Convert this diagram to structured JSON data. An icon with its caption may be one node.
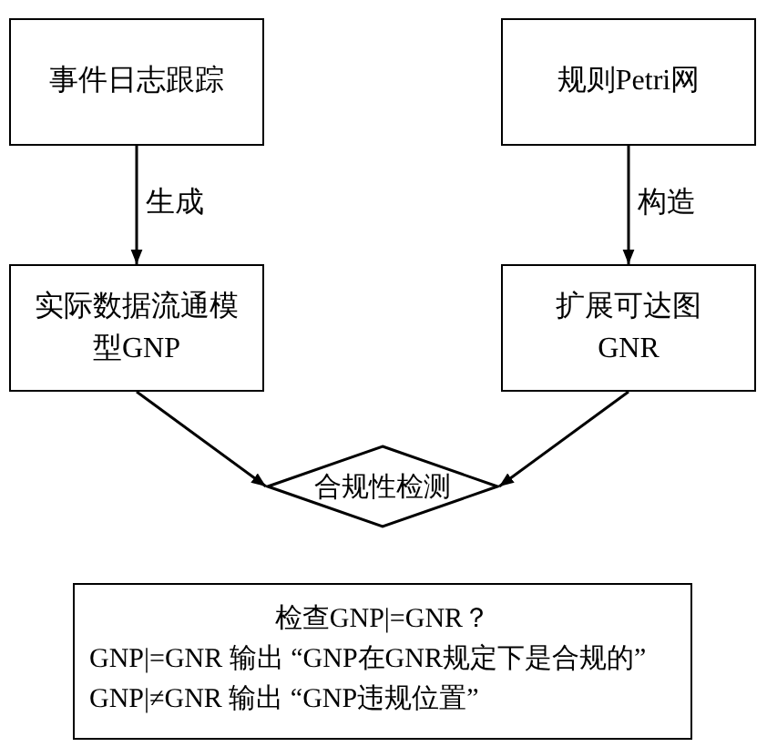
{
  "diagram": {
    "nodes": [
      {
        "text": [
          "事件日志跟踪"
        ]
      },
      {
        "text": [
          "规则Petri网"
        ]
      },
      {
        "text": [
          "实际数据流通模型GNP"
        ]
      },
      {
        "text": [
          "扩展可达图GNR"
        ]
      },
      {
        "text": [
          "合规性检测"
        ]
      },
      {
        "text": [
          "检查GNP|=GNR？",
          "GNP|=GNR 输出 “GNP在GNR规定下是合规的”",
          "GNP|≠GNR 输出 “GNP违规位置”"
        ]
      }
    ],
    "edges": [
      {
        "from": 0,
        "to": 2,
        "arrow": "to",
        "label": "生成"
      },
      {
        "from": 1,
        "to": 3,
        "arrow": "to",
        "label": "构造"
      },
      {
        "from": 2,
        "to": 4,
        "arrow": "to"
      },
      {
        "from": 3,
        "to": 4,
        "arrow": "to"
      }
    ]
  }
}
